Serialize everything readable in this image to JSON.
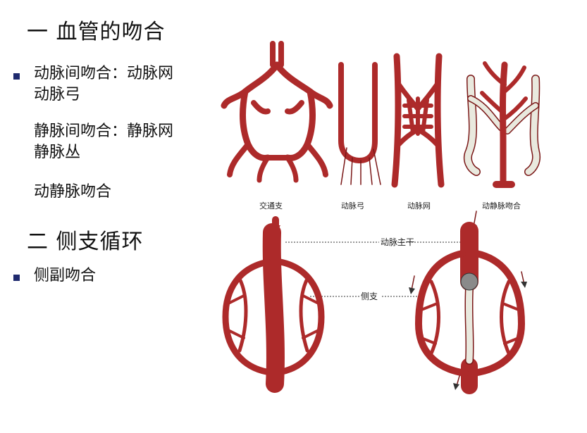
{
  "slide": {
    "heading1": "一 血管的吻合",
    "bullets1": [
      {
        "line1": "动脉间吻合：动脉网",
        "line2": "动脉弓"
      },
      {
        "line1": "静脉间吻合：静脉网",
        "line2": "静脉丛"
      },
      {
        "line1": "动静脉吻合",
        "line2": ""
      }
    ],
    "heading2": "二 侧支循环",
    "bullets2": [
      {
        "line1": "侧副吻合"
      }
    ]
  },
  "figure_top": {
    "labels": [
      "交通支",
      "动脉弓",
      "动脉网",
      "动静脉吻合"
    ]
  },
  "figure_bottom": {
    "labels": [
      "动脉主干",
      "侧支"
    ]
  },
  "colors": {
    "vessel": "#ad2a2a",
    "vein": "#e9e9de",
    "bullet": "#1f2a6e"
  }
}
